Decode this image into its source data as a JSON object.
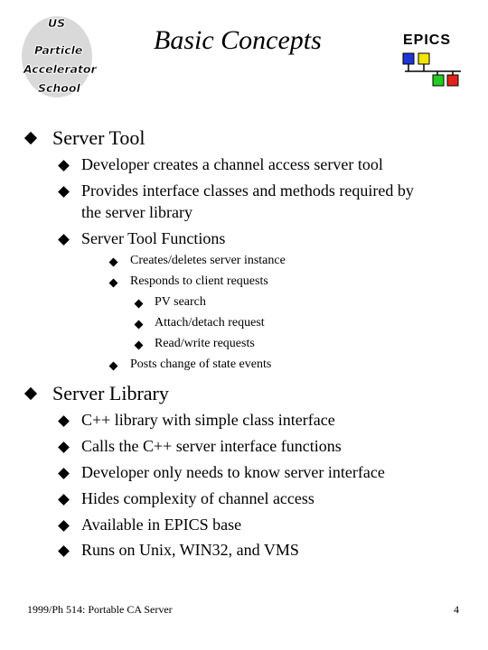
{
  "header": {
    "title": "Basic Concepts",
    "epics_label": "EPICS",
    "logo_lines": [
      "US",
      "Particle",
      "Accelerator",
      "School"
    ]
  },
  "content": {
    "server_tool": {
      "label": "Server Tool",
      "items": [
        "Developer creates a channel access server tool",
        "Provides interface classes and methods required by",
        "the server library",
        "Server Tool Functions"
      ],
      "functions": [
        "Creates/deletes server instance",
        "Responds to client requests",
        "Posts change of state events"
      ],
      "requests": [
        "PV search",
        "Attach/detach request",
        "Read/write requests"
      ]
    },
    "server_library": {
      "label": "Server Library",
      "items": [
        "C++ library with simple class interface",
        "Calls the C++ server interface functions",
        "Developer only needs to know server interface",
        "Hides complexity of channel access",
        "Available in EPICS base",
        "Runs on Unix, WIN32, and VMS"
      ]
    }
  },
  "footer": {
    "course": "1999/Ph 514: Portable CA Server",
    "page": "4"
  },
  "colors": {
    "logo_bg": "#d9d9d9",
    "epics_blue": "#1f35d8",
    "epics_yellow": "#f2e600",
    "epics_green": "#22cc22",
    "epics_red": "#e2231a"
  }
}
